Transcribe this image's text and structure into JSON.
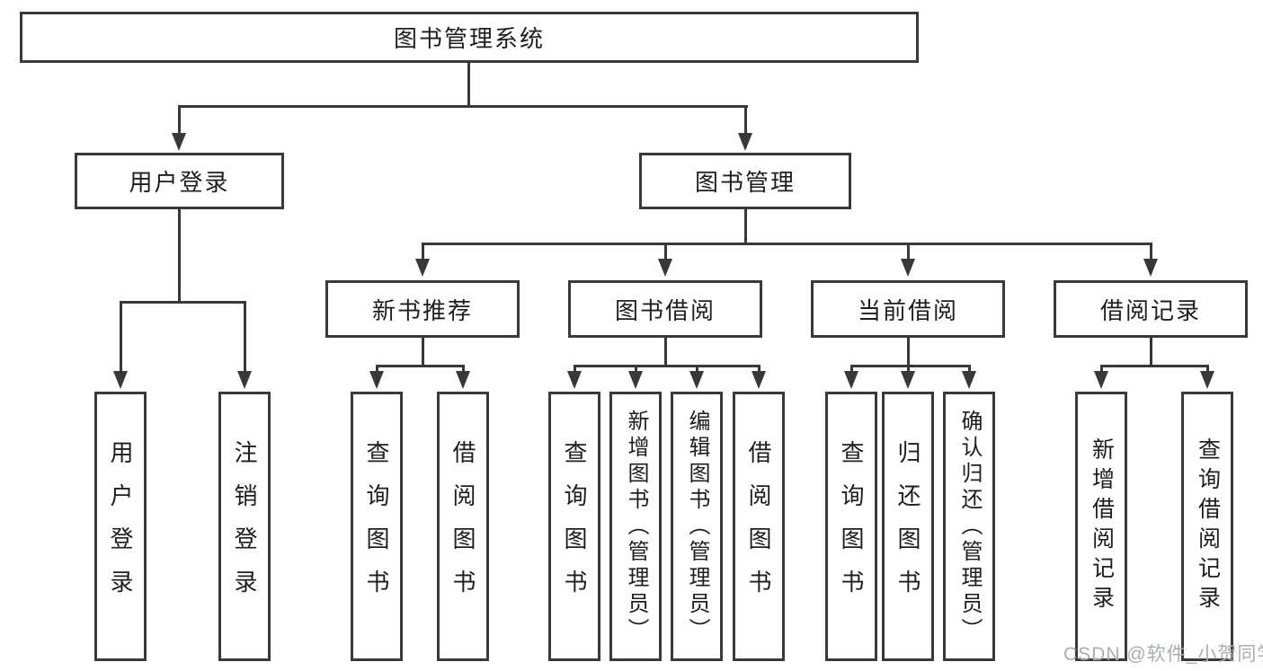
{
  "diagram": {
    "title": "图书管理系统",
    "type": "hierarchy-tree",
    "nodes": {
      "root": {
        "label": "图书管理系统"
      },
      "user_login": {
        "label": "用户登录"
      },
      "book_mgmt": {
        "label": "图书管理"
      },
      "new_book_rec": {
        "label": "新书推荐"
      },
      "book_borrow": {
        "label": "图书借阅"
      },
      "current_borrow": {
        "label": "当前借阅"
      },
      "borrow_record": {
        "label": "借阅记录"
      },
      "leaf_user_login": {
        "label": "用户登录"
      },
      "leaf_logout": {
        "label": "注销登录"
      },
      "leaf_query_book_1": {
        "label": "查询图书"
      },
      "leaf_borrow_book_1": {
        "label": "借阅图书"
      },
      "leaf_query_book_2": {
        "label": "查询图书"
      },
      "leaf_add_book": {
        "label": "新增图书（管理员）"
      },
      "leaf_edit_book": {
        "label": "编辑图书（管理员）"
      },
      "leaf_borrow_book_2": {
        "label": "借阅图书"
      },
      "leaf_query_book_3": {
        "label": "查询图书"
      },
      "leaf_return_book": {
        "label": "归还图书"
      },
      "leaf_confirm_return": {
        "label": "确认归还（管理员）"
      },
      "leaf_add_record": {
        "label": "新增借阅记录"
      },
      "leaf_query_record": {
        "label": "查询借阅记录"
      }
    },
    "edges": [
      [
        "root",
        "user_login"
      ],
      [
        "root",
        "book_mgmt"
      ],
      [
        "user_login",
        "leaf_user_login"
      ],
      [
        "user_login",
        "leaf_logout"
      ],
      [
        "book_mgmt",
        "new_book_rec"
      ],
      [
        "book_mgmt",
        "book_borrow"
      ],
      [
        "book_mgmt",
        "current_borrow"
      ],
      [
        "book_mgmt",
        "borrow_record"
      ],
      [
        "new_book_rec",
        "leaf_query_book_1"
      ],
      [
        "new_book_rec",
        "leaf_borrow_book_1"
      ],
      [
        "book_borrow",
        "leaf_query_book_2"
      ],
      [
        "book_borrow",
        "leaf_add_book"
      ],
      [
        "book_borrow",
        "leaf_edit_book"
      ],
      [
        "book_borrow",
        "leaf_borrow_book_2"
      ],
      [
        "current_borrow",
        "leaf_query_book_3"
      ],
      [
        "current_borrow",
        "leaf_return_book"
      ],
      [
        "current_borrow",
        "leaf_confirm_return"
      ],
      [
        "borrow_record",
        "leaf_add_record"
      ],
      [
        "borrow_record",
        "leaf_query_record"
      ]
    ],
    "colors": {
      "line": "#383838",
      "border": "#3a3a3a",
      "text": "#1e1e1e",
      "background": "#ffffff",
      "watermark": "#a9aeb4"
    }
  },
  "watermark": {
    "text": "CSDN @软件_小贺同学"
  }
}
